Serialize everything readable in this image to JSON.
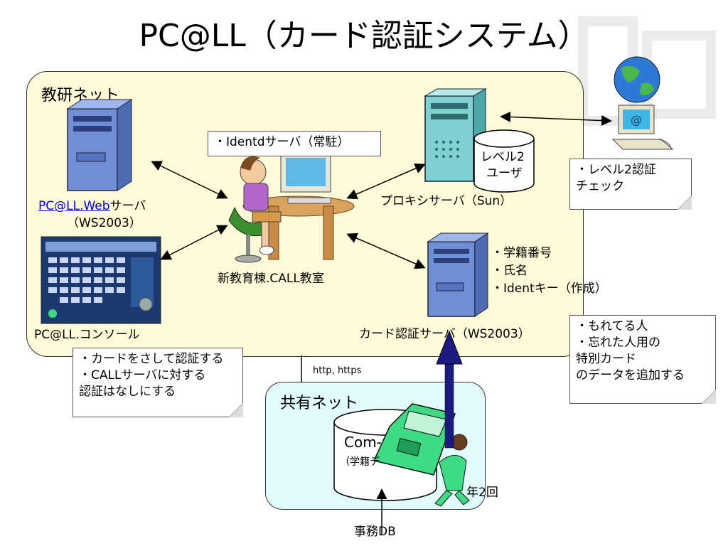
{
  "title": "PC@LL（カード認証システム）",
  "regions": {
    "kyouken": "教研ネット",
    "kyouyuu": "共有ネット"
  },
  "nodes": {
    "web_server_link": "PC@LL.Web",
    "web_server_suffix": "サーバ",
    "web_server_os": "（WS2003）",
    "console": "PC@LL.コンソール",
    "classroom": "新教育棟.CALL教室",
    "proxy": "プロキシサーバ（Sun）",
    "level2_line1": "レベル2",
    "level2_line2": "ユーザ",
    "card_server": "カード認証サーバ（WS2003）",
    "db_line1": "Com-",
    "db_line2": "（学籍デ",
    "jimu_db": "事務DB",
    "twice_yearly": "年2回",
    "protocol": "http, https"
  },
  "card_server_items": [
    "・学籍番号",
    "・氏名",
    "・Identキー（作成）"
  ],
  "callouts": {
    "identd": "・Identdサーバ（常駐）",
    "level2_check": [
      "・レベル2認証",
      "チェック"
    ],
    "card_auth": [
      "・カードをさして認証する",
      "・CALLサーバに対する",
      "認証はなしにする"
    ],
    "special_card": [
      "・もれてる人",
      "・忘れた人用の",
      "特別カード",
      "のデータを追加する"
    ]
  },
  "icons": [
    "globe-icon",
    "terminal-icon",
    "server-icon",
    "student-computer-icon",
    "floppy-disk-icon",
    "carrying-person-icon",
    "database-cylinder-icon"
  ],
  "colors": {
    "kyouken_bg": "#fffbd9",
    "kyouyuu_bg": "#e2fbfd",
    "server_blue": "#6f8fd6",
    "floppy_green": "#3ddc84",
    "upload_arrow": "#1a1a80"
  }
}
